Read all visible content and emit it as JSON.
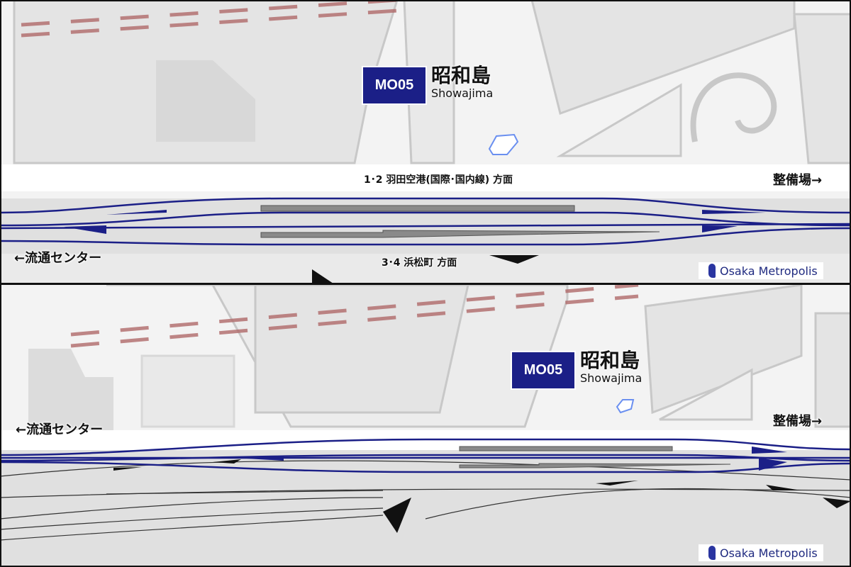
{
  "top_panel": {
    "station": {
      "code": "MO05",
      "name_ja": "昭和島",
      "name_en": "Showajima"
    },
    "direction_upper": "1･2 羽田空港(国際･国内線) 方面",
    "direction_lower": "3･4 浜松町 方面",
    "left_label": "←流通センター",
    "right_label": "整備場→",
    "brand": "Osaka Metropolis"
  },
  "bottom_panel": {
    "station": {
      "code": "MO05",
      "name_ja": "昭和島",
      "name_en": "Showajima"
    },
    "left_label": "←流通センター",
    "right_label": "整備場→",
    "brand": "Osaka Metropolis"
  },
  "colors": {
    "line": "#1b1f87",
    "platform": "#8a8a8a",
    "rail_hint": "#b06a6a",
    "building": "#e4e4e4",
    "pond": "#6a8ff0"
  }
}
